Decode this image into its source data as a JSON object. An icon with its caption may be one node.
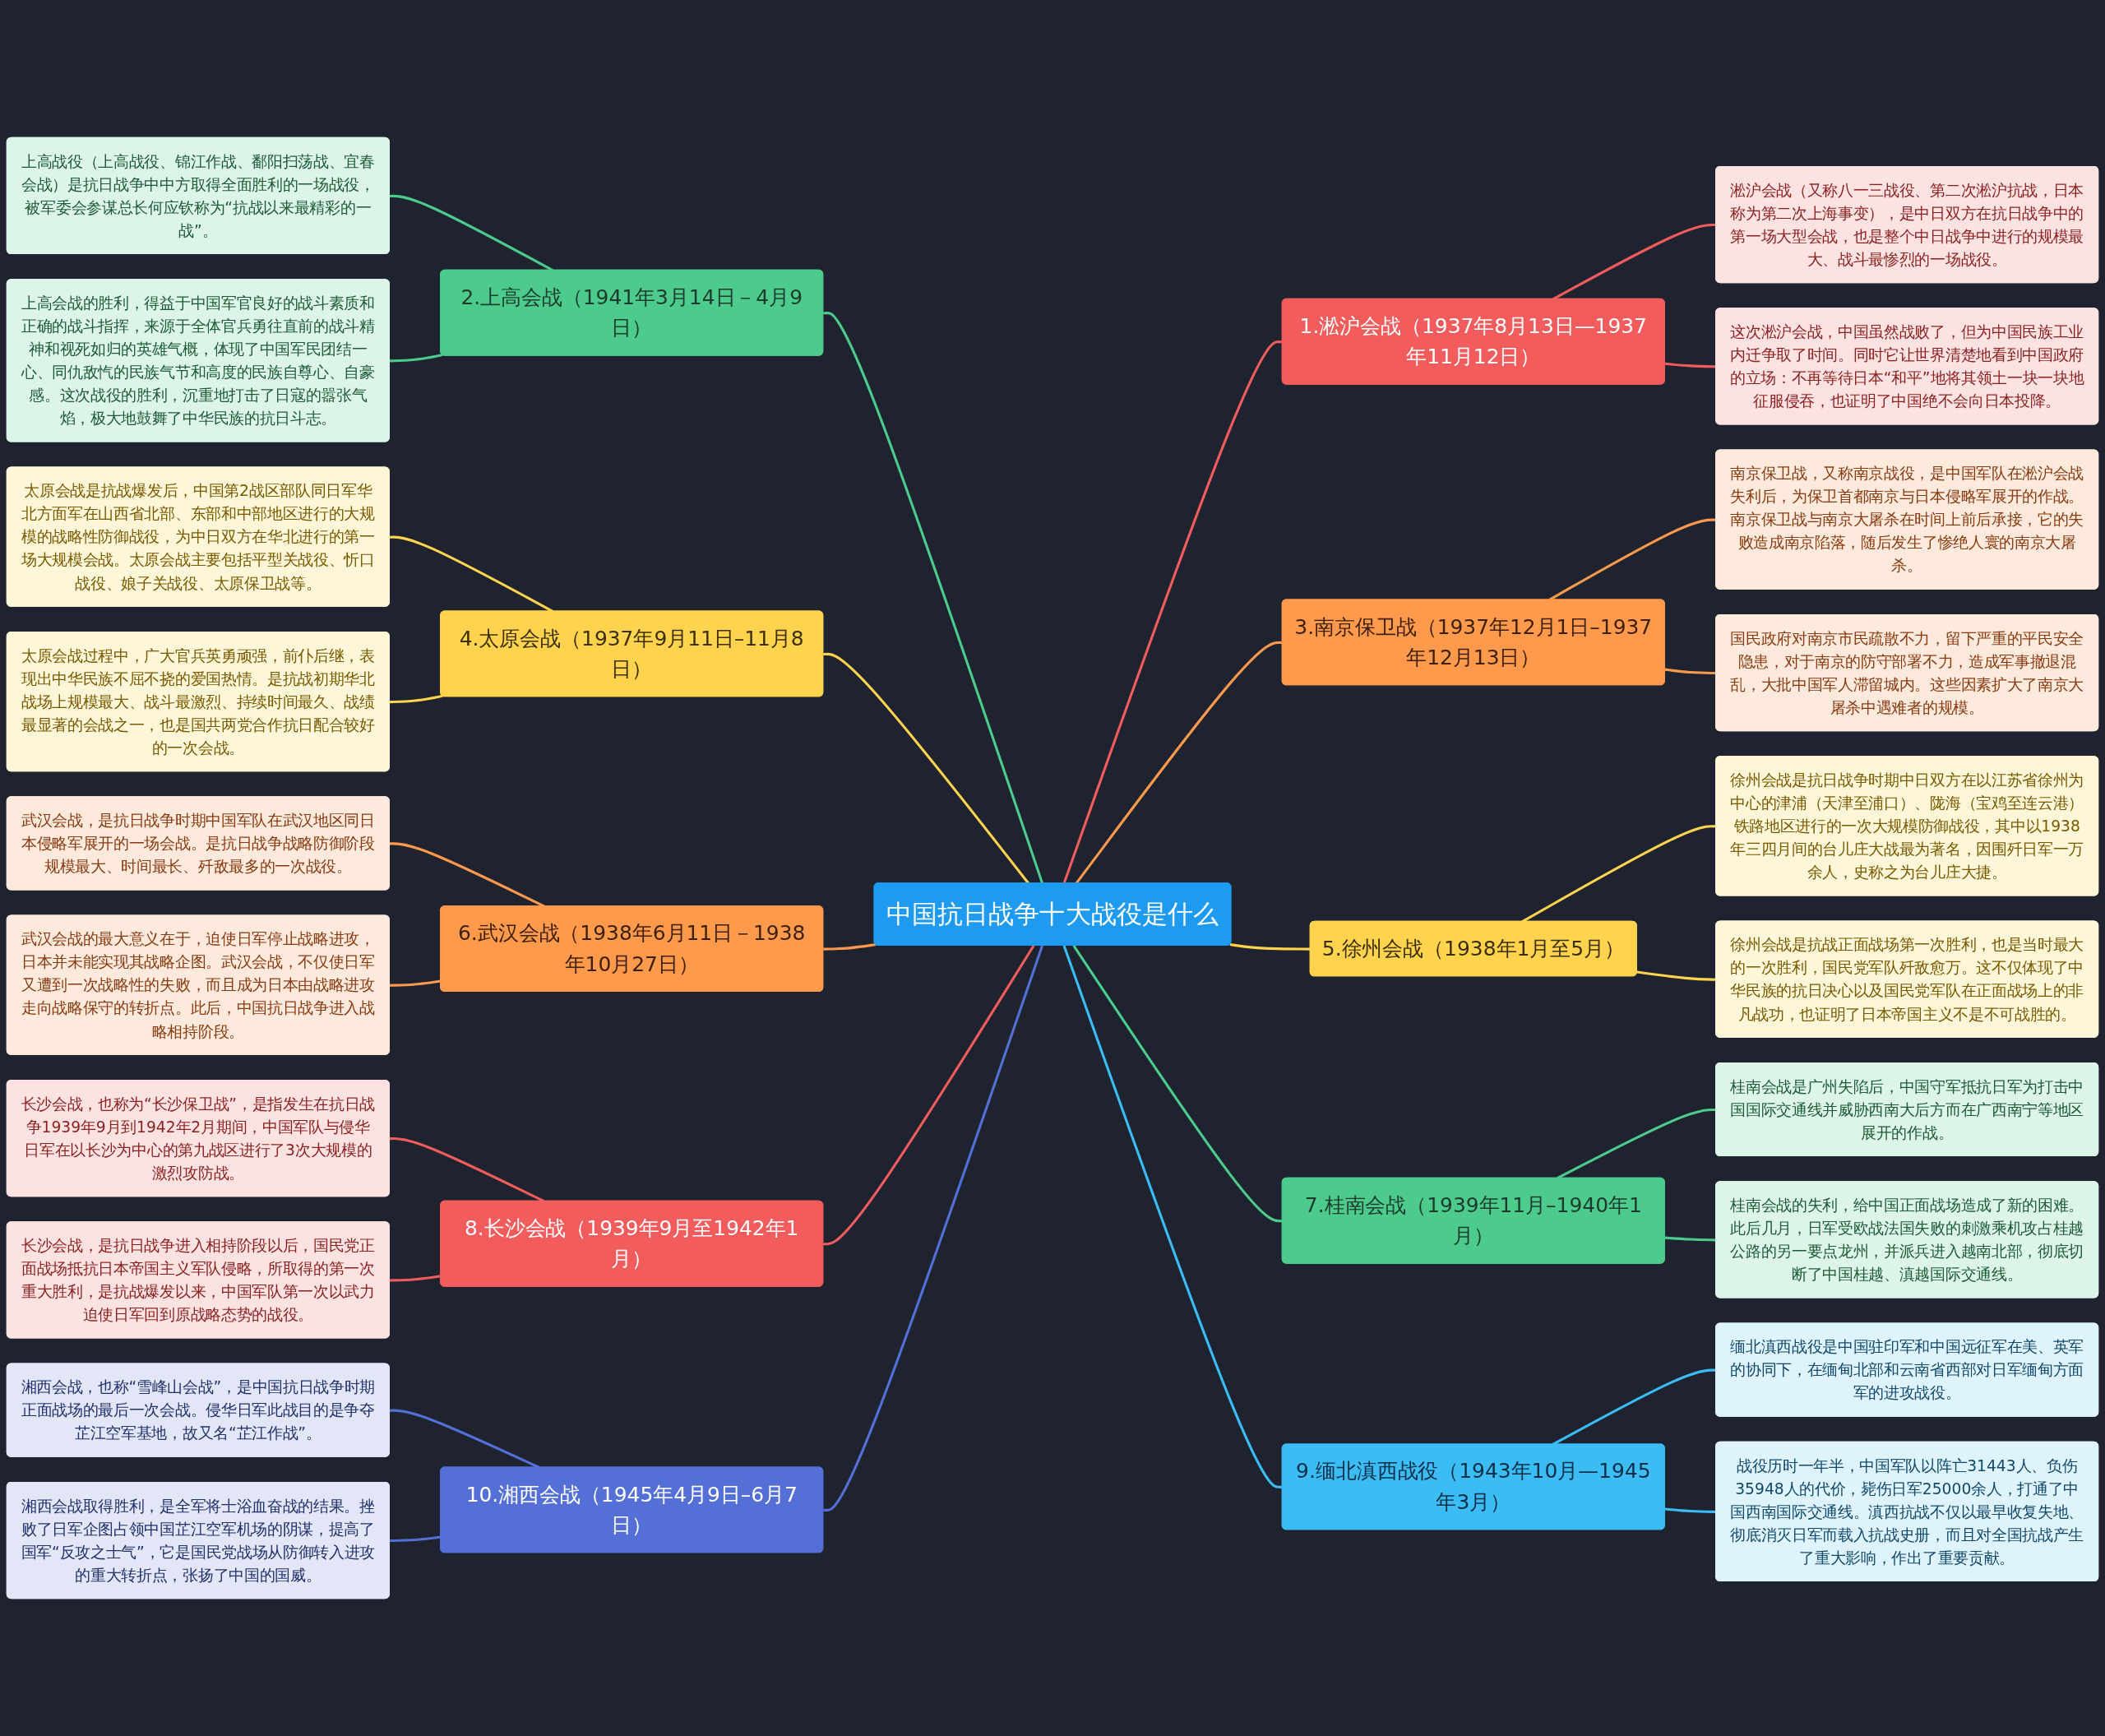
{
  "diagram": {
    "nodes": [
      {
        "text": [
          "中国抗日战争十大战役是什么"
        ]
      },
      {
        "text": [
          "1.淞沪会战（1937年8月13日—1937年11月12日）"
        ]
      },
      {
        "text": [
          "淞沪会战（又称八一三战役、第二次淞沪抗战，日本称为第二次上海事变），是中日双方在抗日战争中的第一场大型会战，也是整个中日战争中进行的规模最大、战斗最惨烈的一场战役。"
        ]
      },
      {
        "text": [
          "这次淞沪会战，中国虽然战败了，但为中国民族工业内迁争取了时间。同时它让世界清楚地看到中国政府的立场：不再等待日本“和平”地将其领土一块一块地征服侵吞，也证明了中国绝不会向日本投降。"
        ]
      },
      {
        "text": [
          "2.上高会战（1941年3月14日－4月9日）"
        ]
      },
      {
        "text": [
          "上高战役（上高战役、锦江作战、鄱阳扫荡战、宜春会战）是抗日战争中中方取得全面胜利的一场战役，被军委会参谋总长何应钦称为“抗战以来最精彩的一战”。"
        ]
      },
      {
        "text": [
          "上高会战的胜利，得益于中国军官良好的战斗素质和正确的战斗指挥，来源于全体官兵勇往直前的战斗精神和视死如归的英雄气概，体现了中国军民团结一心、同仇敌忾的民族气节和高度的民族自尊心、自豪感。这次战役的胜利，沉重地打击了日寇的嚣张气焰，极大地鼓舞了中华民族的抗日斗志。"
        ]
      },
      {
        "text": [
          "3.南京保卫战（1937年12月1日–1937年12月13日）"
        ]
      },
      {
        "text": [
          "南京保卫战，又称南京战役，是中国军队在淞沪会战失利后，为保卫首都南京与日本侵略军展开的作战。南京保卫战与南京大屠杀在时间上前后承接，它的失败造成南京陷落，随后发生了惨绝人寰的南京大屠杀。"
        ]
      },
      {
        "text": [
          "国民政府对南京市民疏散不力，留下严重的平民安全隐患，对于南京的防守部署不力，造成军事撤退混乱，大批中国军人滞留城内。这些因素扩大了南京大屠杀中遇难者的规模。"
        ]
      },
      {
        "text": [
          "4.太原会战（1937年9月11日–11月8日）"
        ]
      },
      {
        "text": [
          "太原会战是抗战爆发后，中国第2战区部队同日军华北方面军在山西省北部、东部和中部地区进行的大规模的战略性防御战役，为中日双方在华北进行的第一场大规模会战。太原会战主要包括平型关战役、忻口战役、娘子关战役、太原保卫战等。"
        ]
      },
      {
        "text": [
          "太原会战过程中，广大官兵英勇顽强，前仆后继，表现出中华民族不屈不挠的爱国热情。是抗战初期华北战场上规模最大、战斗最激烈、持续时间最久、战绩最显著的会战之一，也是国共两党合作抗日配合较好的一次会战。"
        ]
      },
      {
        "text": [
          "5.徐州会战（1938年1月至5月）"
        ]
      },
      {
        "text": [
          "徐州会战是抗日战争时期中日双方在以江苏省徐州为中心的津浦（天津至浦口）、陇海（宝鸡至连云港）铁路地区进行的一次大规模防御战役，其中以1938年三四月间的台儿庄大战最为著名，因围歼日军一万余人，史称之为台儿庄大捷。"
        ]
      },
      {
        "text": [
          "徐州会战是抗战正面战场第一次胜利，也是当时最大的一次胜利，国民党军队歼敌愈万。这不仅体现了中华民族的抗日决心以及国民党军队在正面战场上的非凡战功，也证明了日本帝国主义不是不可战胜的。"
        ]
      },
      {
        "text": [
          "6.武汉会战（1938年6月11日－1938年10月27日）"
        ]
      },
      {
        "text": [
          "武汉会战，是抗日战争时期中国军队在武汉地区同日本侵略军展开的一场会战。是抗日战争战略防御阶段规模最大、时间最长、歼敌最多的一次战役。"
        ]
      },
      {
        "text": [
          "武汉会战的最大意义在于，迫使日军停止战略进攻，日本并未能实现其战略企图。武汉会战，不仅使日军又遭到一次战略性的失败，而且成为日本由战略进攻走向战略保守的转折点。此后，中国抗日战争进入战略相持阶段。"
        ]
      },
      {
        "text": [
          "7.桂南会战（1939年11月–1940年1月）"
        ]
      },
      {
        "text": [
          "桂南会战是广州失陷后，中国守军抵抗日军为打击中国国际交通线并威胁西南大后方而在广西南宁等地区展开的作战。"
        ]
      },
      {
        "text": [
          "桂南会战的失利，给中国正面战场造成了新的困难。此后几月，日军受欧战法国失败的刺激乘机攻占桂越公路的另一要点龙州，并派兵进入越南北部，彻底切断了中国桂越、滇越国际交通线。"
        ]
      },
      {
        "text": [
          "8.长沙会战（1939年9月至1942年1月）"
        ]
      },
      {
        "text": [
          "长沙会战，也称为“长沙保卫战”，是指发生在抗日战争1939年9月到1942年2月期间，中国军队与侵华日军在以长沙为中心的第九战区进行了3次大规模的激烈攻防战。"
        ]
      },
      {
        "text": [
          "长沙会战，是抗日战争进入相持阶段以后，国民党正面战场抵抗日本帝国主义军队侵略，所取得的第一次重大胜利，是抗战爆发以来，中国军队第一次以武力迫使日军回到原战略态势的战役。"
        ]
      },
      {
        "text": [
          "9.缅北滇西战役（1943年10月—1945年3月）"
        ]
      },
      {
        "text": [
          "缅北滇西战役是中国驻印军和中国远征军在美、英军的协同下，在缅甸北部和云南省西部对日军缅甸方面军的进攻战役。"
        ]
      },
      {
        "text": [
          "战役历时一年半，中国军队以阵亡31443人、负伤35948人的代价，毙伤日军25000余人，打通了中国西南国际交通线。滇西抗战不仅以最早收复失地、彻底消灭日军而载入抗战史册，而且对全国抗战产生了重大影响，作出了重要贡献。"
        ]
      },
      {
        "text": [
          "10.湘西会战（1945年4月9日–6月7日）"
        ]
      },
      {
        "text": [
          "湘西会战，也称“雪峰山会战”，是中国抗日战争时期正面战场的最后一次会战。侵华日军此战目的是争夺芷江空军基地，故又名“芷江作战”。"
        ]
      },
      {
        "text": [
          "湘西会战取得胜利，是全军将士浴血奋战的结果。挫败了日军企图占领中国芷江空军机场的阴谋，提高了国军“反攻之士气”，它是国民党战场从防御转入进攻的重大转折点，张扬了中国的国威。"
        ]
      }
    ],
    "edges": [
      {
        "from": 0,
        "to": 1,
        "arrow": "none",
        "color": "#f25c5c"
      },
      {
        "from": 1,
        "to": 2,
        "arrow": "none",
        "color": "#f25c5c"
      },
      {
        "from": 1,
        "to": 3,
        "arrow": "none",
        "color": "#f25c5c"
      },
      {
        "from": 0,
        "to": 4,
        "arrow": "none",
        "color": "#4ccb8c"
      },
      {
        "from": 4,
        "to": 5,
        "arrow": "none",
        "color": "#4ccb8c"
      },
      {
        "from": 4,
        "to": 6,
        "arrow": "none",
        "color": "#4ccb8c"
      },
      {
        "from": 0,
        "to": 7,
        "arrow": "none",
        "color": "#ff9a4d"
      },
      {
        "from": 7,
        "to": 8,
        "arrow": "none",
        "color": "#ff9a4d"
      },
      {
        "from": 7,
        "to": 9,
        "arrow": "none",
        "color": "#ff9a4d"
      },
      {
        "from": 0,
        "to": 10,
        "arrow": "none",
        "color": "#ffd34d"
      },
      {
        "from": 10,
        "to": 11,
        "arrow": "none",
        "color": "#ffd34d"
      },
      {
        "from": 10,
        "to": 12,
        "arrow": "none",
        "color": "#ffd34d"
      },
      {
        "from": 0,
        "to": 13,
        "arrow": "none",
        "color": "#ffd34d"
      },
      {
        "from": 13,
        "to": 14,
        "arrow": "none",
        "color": "#ffd34d"
      },
      {
        "from": 13,
        "to": 15,
        "arrow": "none",
        "color": "#ffd34d"
      },
      {
        "from": 0,
        "to": 16,
        "arrow": "none",
        "color": "#ff9a4d"
      },
      {
        "from": 16,
        "to": 17,
        "arrow": "none",
        "color": "#ff9a4d"
      },
      {
        "from": 16,
        "to": 18,
        "arrow": "none",
        "color": "#ff9a4d"
      },
      {
        "from": 0,
        "to": 19,
        "arrow": "none",
        "color": "#4ccb8c"
      },
      {
        "from": 19,
        "to": 20,
        "arrow": "none",
        "color": "#4ccb8c"
      },
      {
        "from": 19,
        "to": 21,
        "arrow": "none",
        "color": "#4ccb8c"
      },
      {
        "from": 0,
        "to": 22,
        "arrow": "none",
        "color": "#f25c5c"
      },
      {
        "from": 22,
        "to": 23,
        "arrow": "none",
        "color": "#f25c5c"
      },
      {
        "from": 22,
        "to": 24,
        "arrow": "none",
        "color": "#f25c5c"
      },
      {
        "from": 0,
        "to": 25,
        "arrow": "none",
        "color": "#3bbcf5"
      },
      {
        "from": 25,
        "to": 26,
        "arrow": "none",
        "color": "#3bbcf5"
      },
      {
        "from": 25,
        "to": 27,
        "arrow": "none",
        "color": "#3bbcf5"
      },
      {
        "from": 0,
        "to": 28,
        "arrow": "none",
        "color": "#5470d6"
      },
      {
        "from": 28,
        "to": 29,
        "arrow": "none",
        "color": "#5470d6"
      },
      {
        "from": 28,
        "to": 30,
        "arrow": "none",
        "color": "#5470d6"
      }
    ]
  }
}
